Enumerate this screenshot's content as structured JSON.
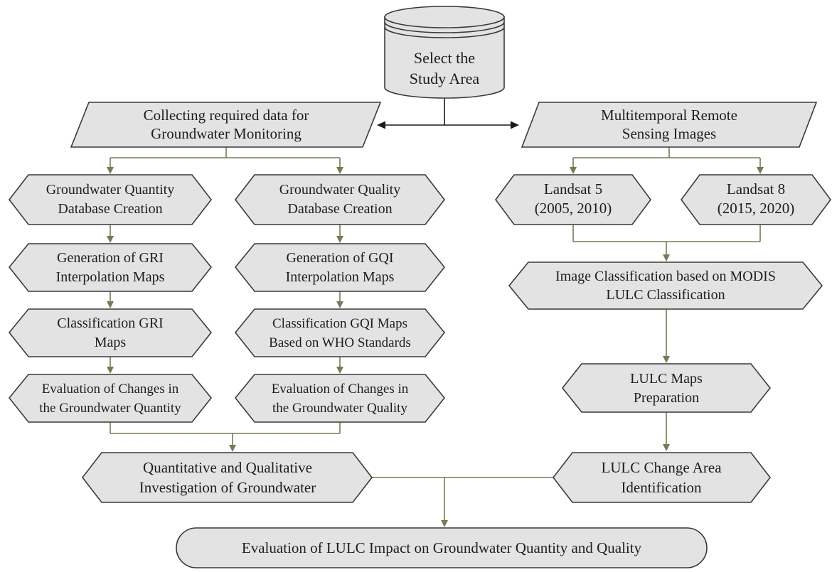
{
  "nodes": {
    "study_area": {
      "lines": [
        "Select the",
        "Study Area"
      ]
    },
    "collecting_data": {
      "lines": [
        "Collecting required data for",
        "Groundwater Monitoring"
      ]
    },
    "remote_sensing": {
      "lines": [
        "Multitemporal Remote",
        "Sensing Images"
      ]
    },
    "quantity_db": {
      "lines": [
        "Groundwater Quantity",
        "Database Creation"
      ]
    },
    "quality_db": {
      "lines": [
        "Groundwater Quality",
        "Database Creation"
      ]
    },
    "landsat5": {
      "lines": [
        "Landsat 5",
        "(2005, 2010)"
      ]
    },
    "landsat8": {
      "lines": [
        "Landsat 8",
        "(2015, 2020)"
      ]
    },
    "gri_maps": {
      "lines": [
        "Generation of GRI",
        "Interpolation Maps"
      ]
    },
    "gqi_maps": {
      "lines": [
        "Generation of GQI",
        "Interpolation Maps"
      ]
    },
    "image_classification": {
      "lines": [
        "Image Classification based on MODIS",
        "LULC Classification"
      ]
    },
    "classification_gri": {
      "lines": [
        "Classification GRI",
        "Maps"
      ]
    },
    "classification_gqi": {
      "lines": [
        "Classification GQI Maps",
        "Based on WHO Standards"
      ]
    },
    "lulc_maps": {
      "lines": [
        "LULC Maps",
        "Preparation"
      ]
    },
    "eval_quantity": {
      "lines": [
        "Evaluation of Changes in",
        "the Groundwater Quantity"
      ]
    },
    "eval_quality": {
      "lines": [
        "Evaluation of Changes in",
        "the Groundwater Quality"
      ]
    },
    "quant_qual": {
      "lines": [
        "Quantitative and Qualitative",
        "Investigation of Groundwater"
      ]
    },
    "lulc_change": {
      "lines": [
        "LULC Change Area",
        "Identification"
      ]
    },
    "final_eval": {
      "lines": [
        "Evaluation of LULC Impact on Groundwater Quantity and Quality"
      ]
    }
  },
  "colors": {
    "shape_fill": "#e3e3e3",
    "shape_stroke": "#3a3a3a",
    "connector": "#6f7f52",
    "primary_arrow": "#1a1a1a",
    "text": "#1e1e1e"
  }
}
